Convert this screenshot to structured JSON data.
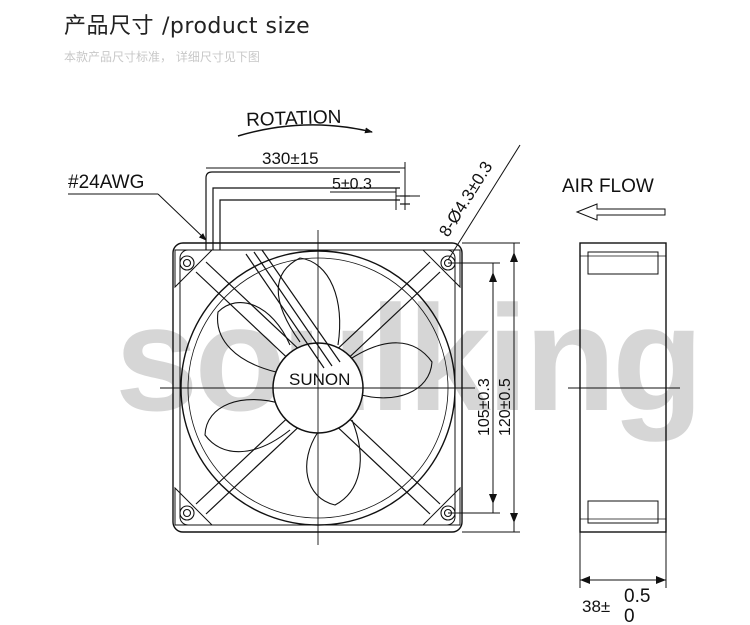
{
  "header": {
    "title_cn": "产品尺寸",
    "title_en": "/product size",
    "subtitle": "本款产品尺寸标准， 详细尺寸见下图"
  },
  "watermark": {
    "text": "soulking",
    "color": "#d2d2d2"
  },
  "fan_front": {
    "rotation_label": "ROTATION",
    "cable_gauge": "#24AWG",
    "cable_length": "330±15",
    "lead_strip": "5±0.3",
    "holes": "8-Ø4.3±0.3",
    "brand": "SUNON",
    "hole_spacing": "105±0.3",
    "frame_size": "120±0.5"
  },
  "fan_side": {
    "airflow_label": "AIR FLOW",
    "depth": "38±",
    "depth_tol_upper": "0.5",
    "depth_tol_lower": "0"
  },
  "colors": {
    "line": "#111111",
    "watermark": "#d2d2d2"
  }
}
